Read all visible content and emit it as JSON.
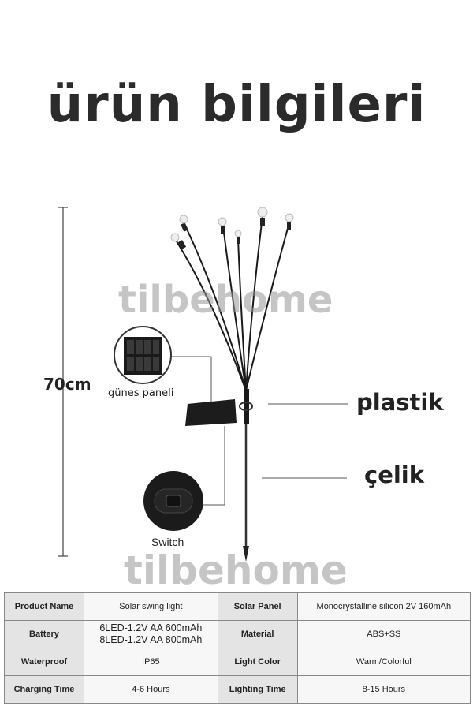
{
  "title": "ürün bilgileri",
  "watermark": "tilbehome",
  "height_label": "70cm",
  "labels": {
    "solar_panel": "günes paneli",
    "switch": "Switch",
    "plastic": "plastik",
    "steel": "çelik"
  },
  "specs": [
    [
      {
        "k": "Product Name",
        "v": "Solar swing light"
      },
      {
        "k": "Solar Panel",
        "v": "Monocrystalline silicon 2V 160mAh"
      }
    ],
    [
      {
        "k": "Battery",
        "v1": "6LED-1.2V AA 600mAh",
        "v2": "8LED-1.2V AA 800mAh"
      },
      {
        "k": "Material",
        "v": "ABS+SS"
      }
    ],
    [
      {
        "k": "Waterproof",
        "v": "IP65"
      },
      {
        "k": "Light Color",
        "v": "Warm/Colorful"
      }
    ],
    [
      {
        "k": "Charging Time",
        "v": "4-6 Hours"
      },
      {
        "k": "Lighting Time",
        "v": "8-15 Hours"
      }
    ]
  ]
}
